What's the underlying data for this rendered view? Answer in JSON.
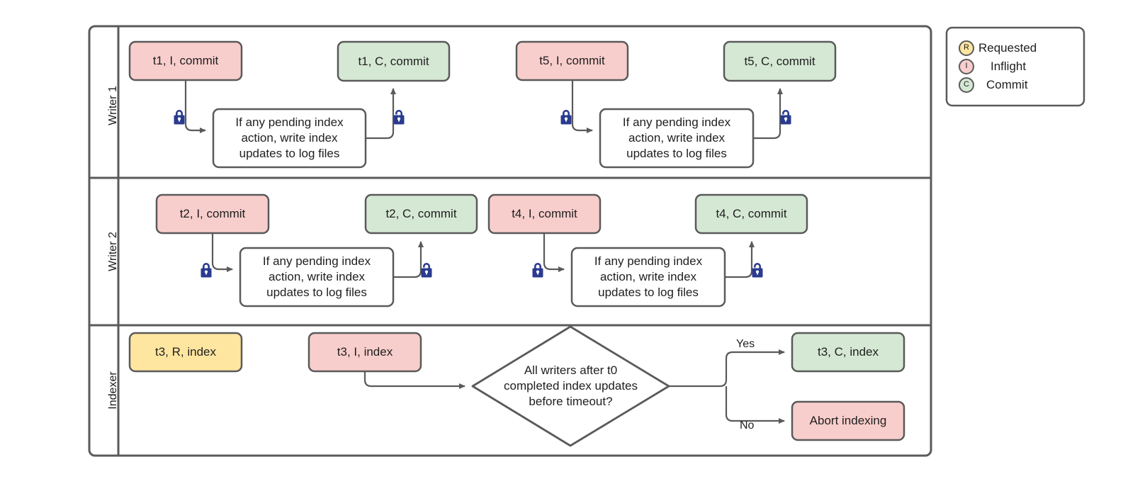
{
  "diagram": {
    "title": "Writer/Indexer swimlane flowchart",
    "colors": {
      "pink": "#f8cecc",
      "green": "#d5e8d4",
      "yellow": "#ffe6a0",
      "white": "#ffffff",
      "stroke": "#5a5a5a",
      "lock": "#2a3b8f",
      "text": "#1f1f1f"
    },
    "lanes": [
      {
        "id": "writer1",
        "label": "Writer 1"
      },
      {
        "id": "writer2",
        "label": "Writer 2"
      },
      {
        "id": "indexer",
        "label": "Indexer"
      }
    ],
    "nodes": {
      "w1_t1_i": {
        "label": "t1, I, commit",
        "fill": "pink",
        "shape": "rounded-rect"
      },
      "w1_note_1": {
        "label": "If any pending index\naction, write index\nupdates to log files",
        "fill": "white",
        "shape": "rounded-rect"
      },
      "w1_t1_c": {
        "label": "t1, C, commit",
        "fill": "green",
        "shape": "rounded-rect"
      },
      "w1_t5_i": {
        "label": "t5, I, commit",
        "fill": "pink",
        "shape": "rounded-rect"
      },
      "w1_note_2": {
        "label": "If any pending index\naction, write index\nupdates to log files",
        "fill": "white",
        "shape": "rounded-rect"
      },
      "w1_t5_c": {
        "label": "t5, C, commit",
        "fill": "green",
        "shape": "rounded-rect"
      },
      "w2_t2_i": {
        "label": "t2, I, commit",
        "fill": "pink",
        "shape": "rounded-rect"
      },
      "w2_note_1": {
        "label": "If any pending index\naction, write index\nupdates to log files",
        "fill": "white",
        "shape": "rounded-rect"
      },
      "w2_t2_c": {
        "label": "t2, C, commit",
        "fill": "green",
        "shape": "rounded-rect"
      },
      "w2_t4_i": {
        "label": "t4, I, commit",
        "fill": "pink",
        "shape": "rounded-rect"
      },
      "w2_note_2": {
        "label": "If any pending index\naction, write index\nupdates to log files",
        "fill": "white",
        "shape": "rounded-rect"
      },
      "w2_t4_c": {
        "label": "t4, C, commit",
        "fill": "green",
        "shape": "rounded-rect"
      },
      "ix_t3_r": {
        "label": "t3, R, index",
        "fill": "yellow",
        "shape": "rounded-rect"
      },
      "ix_t3_i": {
        "label": "t3, I, index",
        "fill": "pink",
        "shape": "rounded-rect"
      },
      "ix_decision": {
        "label": "All writers after t0\ncompleted index updates\nbefore timeout?",
        "fill": "white",
        "shape": "diamond"
      },
      "ix_t3_c": {
        "label": "t3, C, index",
        "fill": "green",
        "shape": "rounded-rect"
      },
      "ix_abort": {
        "label": "Abort indexing",
        "fill": "pink",
        "shape": "rounded-rect"
      }
    },
    "edge_labels": {
      "yes": "Yes",
      "no": "No"
    },
    "icons": {
      "locked": "lock-closed-icon",
      "unlocked": "lock-open-icon"
    }
  },
  "legend": {
    "items": [
      {
        "badge": "R",
        "label": "Requested",
        "color": "#ffe6a0"
      },
      {
        "badge": "I",
        "label": "Inflight",
        "color": "#f8cecc"
      },
      {
        "badge": "C",
        "label": "Commit",
        "color": "#d5e8d4"
      }
    ]
  }
}
